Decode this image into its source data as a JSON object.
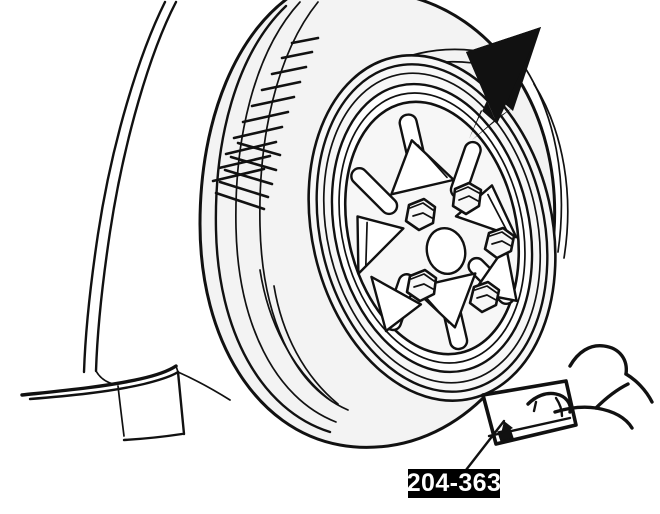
{
  "figure": {
    "kind": "technical-line-illustration",
    "subject": "Vehicle road wheel and tire with special service tool",
    "alt_text": "Line drawing of a car wheel and tire inside the wheel arch. A hand holds a flat special service tool against the lower rim flange. A solid black arrow points down-left at the upper wheel face.",
    "background_color": "#ffffff",
    "ink_color": "#111111",
    "tire_fill": "#f3f3f3",
    "rim_fill": "#f7f7f7"
  },
  "callout": {
    "tool_number": "204-363",
    "label_background": "#000000",
    "label_text_color": "#ffffff",
    "leader_line": "from label top-right up to the service tool"
  },
  "annotations": [
    {
      "name": "pointer-arrow",
      "type": "solid-arrow",
      "color": "#111111",
      "direction": "down-left",
      "points_to": "upper wheel spoke face"
    },
    {
      "name": "tool-leader-arrow",
      "type": "line-arrow",
      "color": "#111111",
      "direction": "up-right",
      "points_to": "service tool blade"
    }
  ],
  "parts": [
    {
      "name": "fender-arch",
      "label": "Fender wheel arch"
    },
    {
      "name": "rocker-panel",
      "label": "Rocker panel"
    },
    {
      "name": "tire",
      "label": "Tire"
    },
    {
      "name": "tire-tread",
      "label": "Tire tread hatching"
    },
    {
      "name": "road-wheel",
      "label": "Alloy road wheel"
    },
    {
      "name": "wheel-hub",
      "label": "Wheel hub center"
    },
    {
      "name": "lug-nuts",
      "label": "Lug nuts",
      "count": 5
    },
    {
      "name": "special-tool",
      "label": "Special service tool"
    },
    {
      "name": "technician-hand",
      "label": "Technician hand"
    }
  ]
}
